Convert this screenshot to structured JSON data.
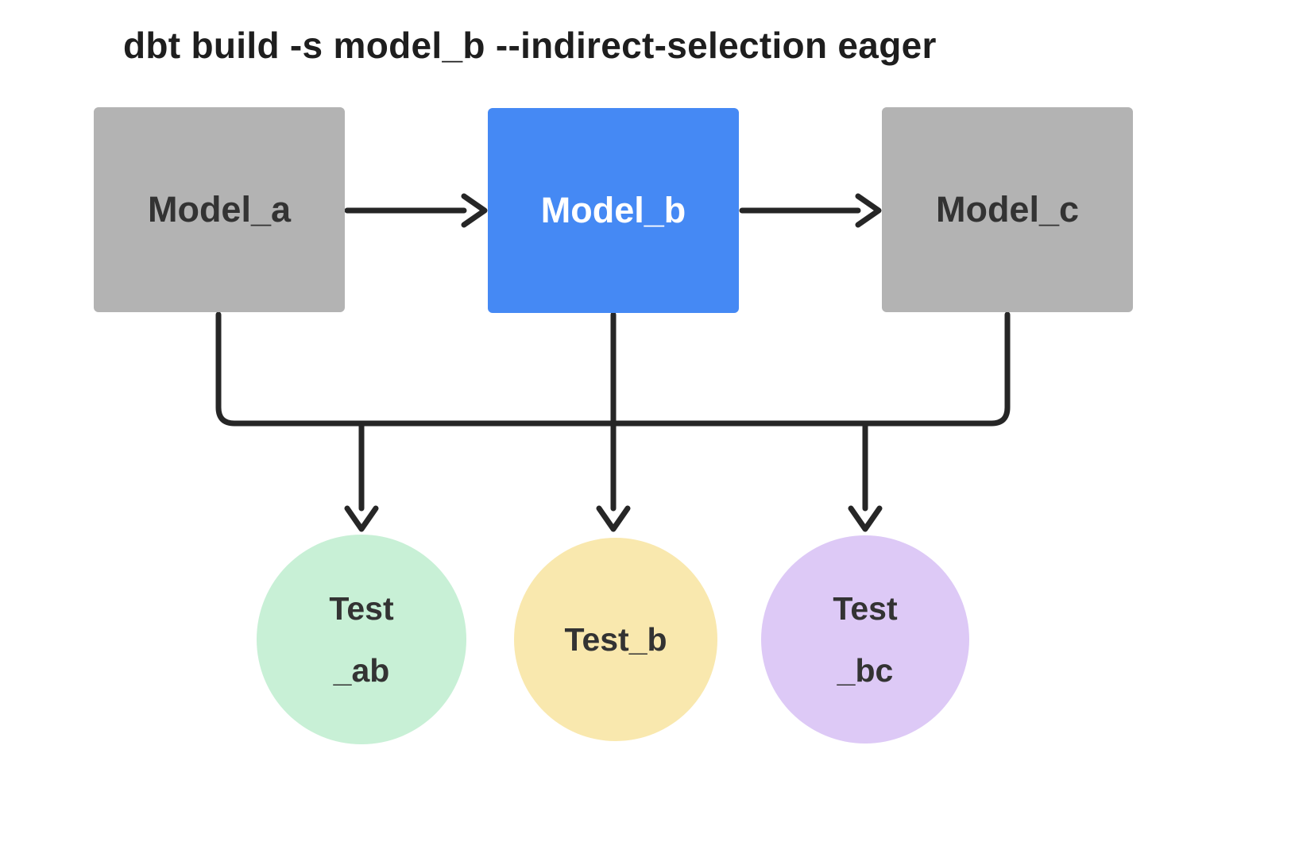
{
  "title": "dbt build -s model_b --indirect-selection eager",
  "diagram": {
    "edge_color": "#262626",
    "models": [
      {
        "id": "model_a",
        "label": "Model_a",
        "fill": "#b3b3b3",
        "text_color": "#333333"
      },
      {
        "id": "model_b",
        "label": "Model_b",
        "fill": "#4589f4",
        "text_color": "#ffffff"
      },
      {
        "id": "model_c",
        "label": "Model_c",
        "fill": "#b3b3b3",
        "text_color": "#333333"
      }
    ],
    "tests": [
      {
        "id": "test_ab",
        "line1": "Test",
        "line2": "_ab",
        "fill": "#c8f0d6",
        "text_color": "#333333"
      },
      {
        "id": "test_b",
        "line1": "Test_b",
        "fill": "#f9e8ae",
        "text_color": "#333333"
      },
      {
        "id": "test_bc",
        "line1": "Test",
        "line2": "_bc",
        "fill": "#ddc9f6",
        "text_color": "#333333"
      }
    ],
    "edges": [
      {
        "from": "model_a",
        "to": "model_b"
      },
      {
        "from": "model_b",
        "to": "model_c"
      }
    ],
    "fanout": {
      "sources": [
        "model_a",
        "model_b",
        "model_c"
      ],
      "targets": [
        "test_ab",
        "test_b",
        "test_bc"
      ]
    }
  }
}
